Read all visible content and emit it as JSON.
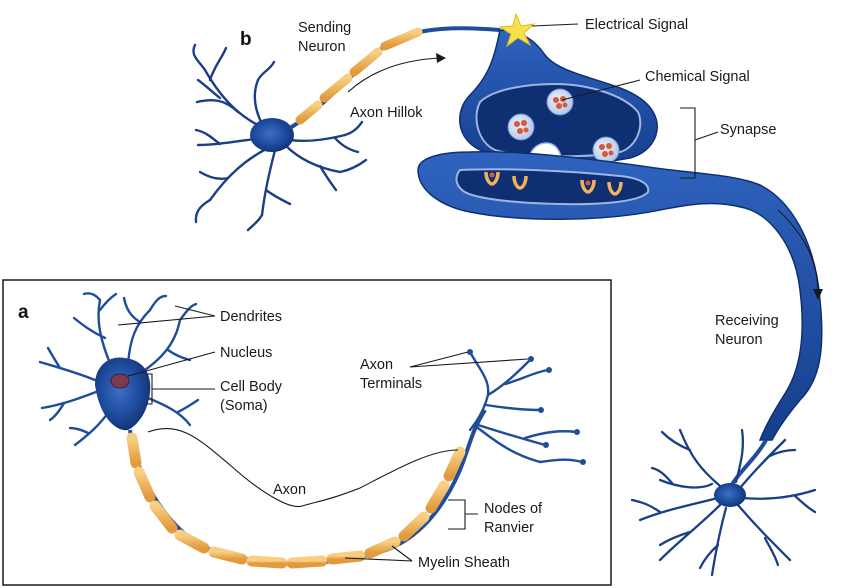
{
  "panels": {
    "a": "a",
    "b": "b"
  },
  "labels_b": {
    "sending_neuron_1": "Sending",
    "sending_neuron_2": "Neuron",
    "axon_hillok": "Axon Hillok",
    "electrical_signal": "Electrical Signal",
    "chemical_signal": "Chemical Signal",
    "synapse": "Synapse",
    "receiving_neuron_1": "Receiving",
    "receiving_neuron_2": "Neuron"
  },
  "labels_a": {
    "dendrites": "Dendrites",
    "nucleus": "Nucleus",
    "cell_body_1": "Cell Body",
    "cell_body_2": "(Soma)",
    "axon_terminals_1": "Axon",
    "axon_terminals_2": "Terminals",
    "axon": "Axon",
    "nodes_of_ranvier_1": "Nodes of",
    "nodes_of_ranvier_2": "Ranvier",
    "myelin_sheath": "Myelin Sheath"
  },
  "colors": {
    "neuron_blue": "#1f4d9a",
    "neuron_dark": "#0f2f73",
    "myelin": "#f2b45a",
    "signal_star": "#f5e14a",
    "vesicle": "#d65a3a"
  }
}
